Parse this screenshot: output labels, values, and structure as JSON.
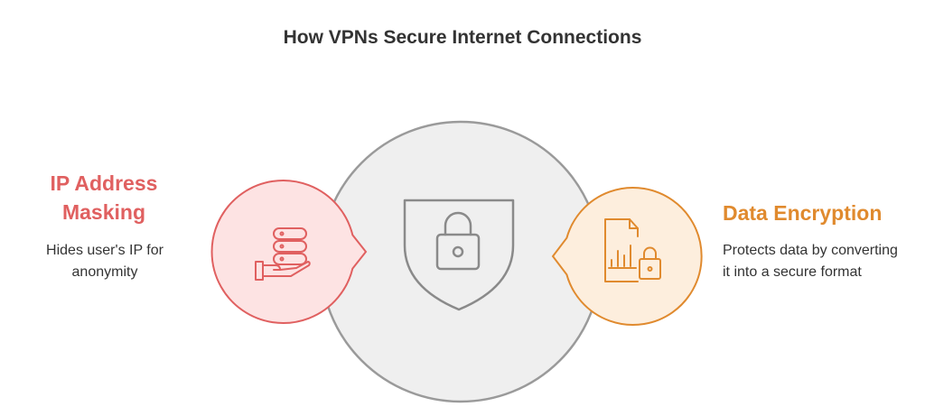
{
  "title": "How VPNs Secure Internet Connections",
  "center": {
    "icon": "shield-lock-icon"
  },
  "left": {
    "heading": "IP Address Masking",
    "description": "Hides user's IP for anonymity",
    "icon": "hand-server-icon",
    "color": "#e06060",
    "fill": "#fde3e3"
  },
  "right": {
    "heading": "Data Encryption",
    "description": "Protects data by converting it into a secure format",
    "icon": "document-lock-icon",
    "color": "#e08a2e",
    "fill": "#fdeedd"
  }
}
